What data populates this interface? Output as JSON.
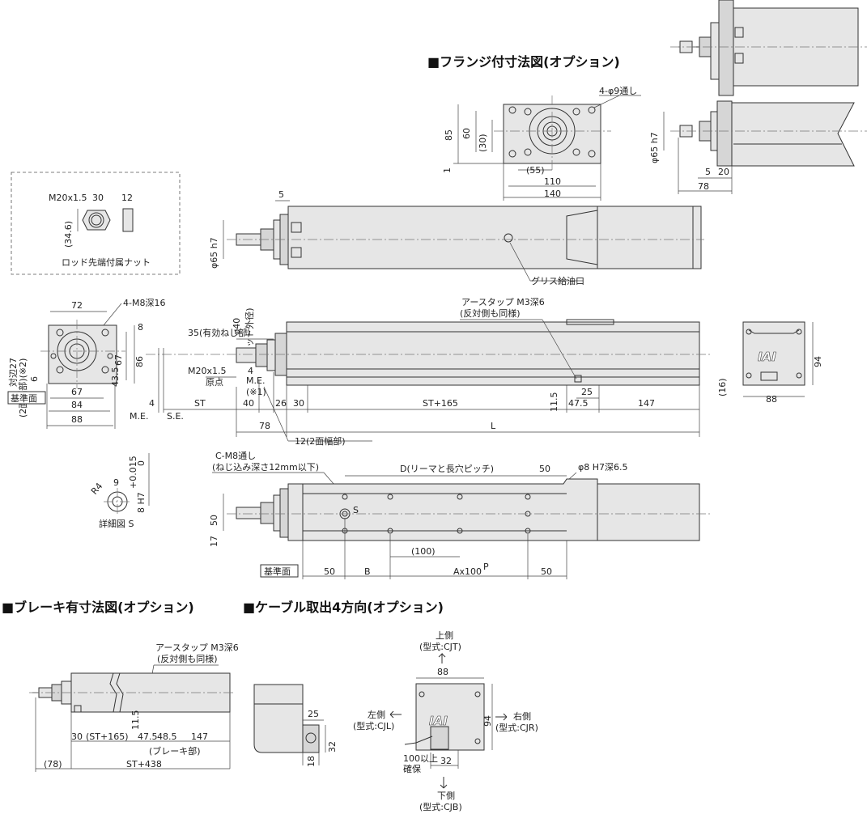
{
  "headings": {
    "flange": "■フランジ付寸法図(オプション)",
    "brake": "■ブレーキ有寸法図(オプション)",
    "cable": "■ケーブル取出4方向(オプション)"
  },
  "flange_view": {
    "holes": "4-φ9通し",
    "d85": "85",
    "d60": "60",
    "d30": "(30)",
    "d1": "1",
    "d55": "(55)",
    "d110": "110",
    "d140": "140",
    "dia65": "φ65 h7",
    "d5": "5",
    "d20": "20",
    "d78": "78"
  },
  "nut_box": {
    "thread": "M20x1.5",
    "d30": "30",
    "d12": "12",
    "d346": "(34.6)",
    "caption": "ロッド先端付属ナット"
  },
  "end_view_left": {
    "across_flats_1": "対辺27",
    "across_flats_2": "(2面幅部)(※2)",
    "d72": "72",
    "holes": "4-M8深16",
    "d8": "8",
    "d67v": "67",
    "d86": "86",
    "d435": "43.5",
    "d6": "6",
    "d67": "67",
    "d84": "84",
    "d88": "88",
    "datum": "基準面"
  },
  "top_view": {
    "d5": "5",
    "dia65": "φ65 h7",
    "grease": "グリス給油口"
  },
  "side_view": {
    "rod_dia_1": "φ40",
    "rod_dia_2": "(ロッド外径)",
    "thread_len": "35(有効ねじ部)",
    "thread": "M20x1.5",
    "origin": "原点",
    "d4": "4",
    "me": "M.E.",
    "note1": "(※1)",
    "earth_1": "アースタップ M3深6",
    "earth_2": "(反対側も同様)",
    "me_label": "M.E.",
    "se_label": "S.E.",
    "d4b": "4",
    "st": "ST",
    "d40": "40",
    "d26": "26",
    "d30": "30",
    "st165": "ST+165",
    "d115": "11.5",
    "d25": "25",
    "d475": "47.5",
    "d147": "147",
    "d78": "78",
    "L": "L",
    "d12": "12(2面幅部)"
  },
  "end_view_right": {
    "d94": "94",
    "d16": "(16)",
    "d88": "88",
    "logo": "IAI"
  },
  "detail_s": {
    "tol_plus": "+0.015",
    "tol_zero": "0",
    "fit": "8 H7",
    "d9": "9",
    "r4": "R4",
    "caption": "詳細図 S"
  },
  "bottom_view": {
    "holes_1": "C-M8通し",
    "holes_2": "(ねじ込み深さ12mm以下)",
    "pitch": "D(リーマと長穴ピッチ)",
    "d50a": "50",
    "pin": "φ8 H7深6.5",
    "s_mark": "S",
    "d50v": "50",
    "d17": "17",
    "d100": "(100)",
    "datum": "基準面",
    "d50b": "50",
    "B": "B",
    "axp": "Ax100",
    "axp_sup": "P",
    "d50c": "50"
  },
  "brake_view": {
    "earth_1": "アースタップ M3深6",
    "earth_2": "(反対側も同様)",
    "d115": "11.5",
    "d30": "30",
    "st165": "(ST+165)",
    "d475": "47.5",
    "d485": "48.5",
    "d147": "147",
    "brake_part": "(ブレーキ部)",
    "d78": "(78)",
    "st438": "ST+438"
  },
  "brake_end": {
    "d25": "25",
    "d32": "32",
    "d18": "18"
  },
  "cable_view": {
    "top_1": "上側",
    "top_2": "(型式:CJT)",
    "d88": "88",
    "left_1": "左側",
    "left_2": "(型式:CJL)",
    "logo": "IAI",
    "d94": "94",
    "right_1": "右側",
    "right_2": "(型式:CJR)",
    "bend_1": "100以上",
    "bend_2": "確保",
    "d32": "32",
    "bottom_1": "下側",
    "bottom_2": "(型式:CJB)"
  }
}
